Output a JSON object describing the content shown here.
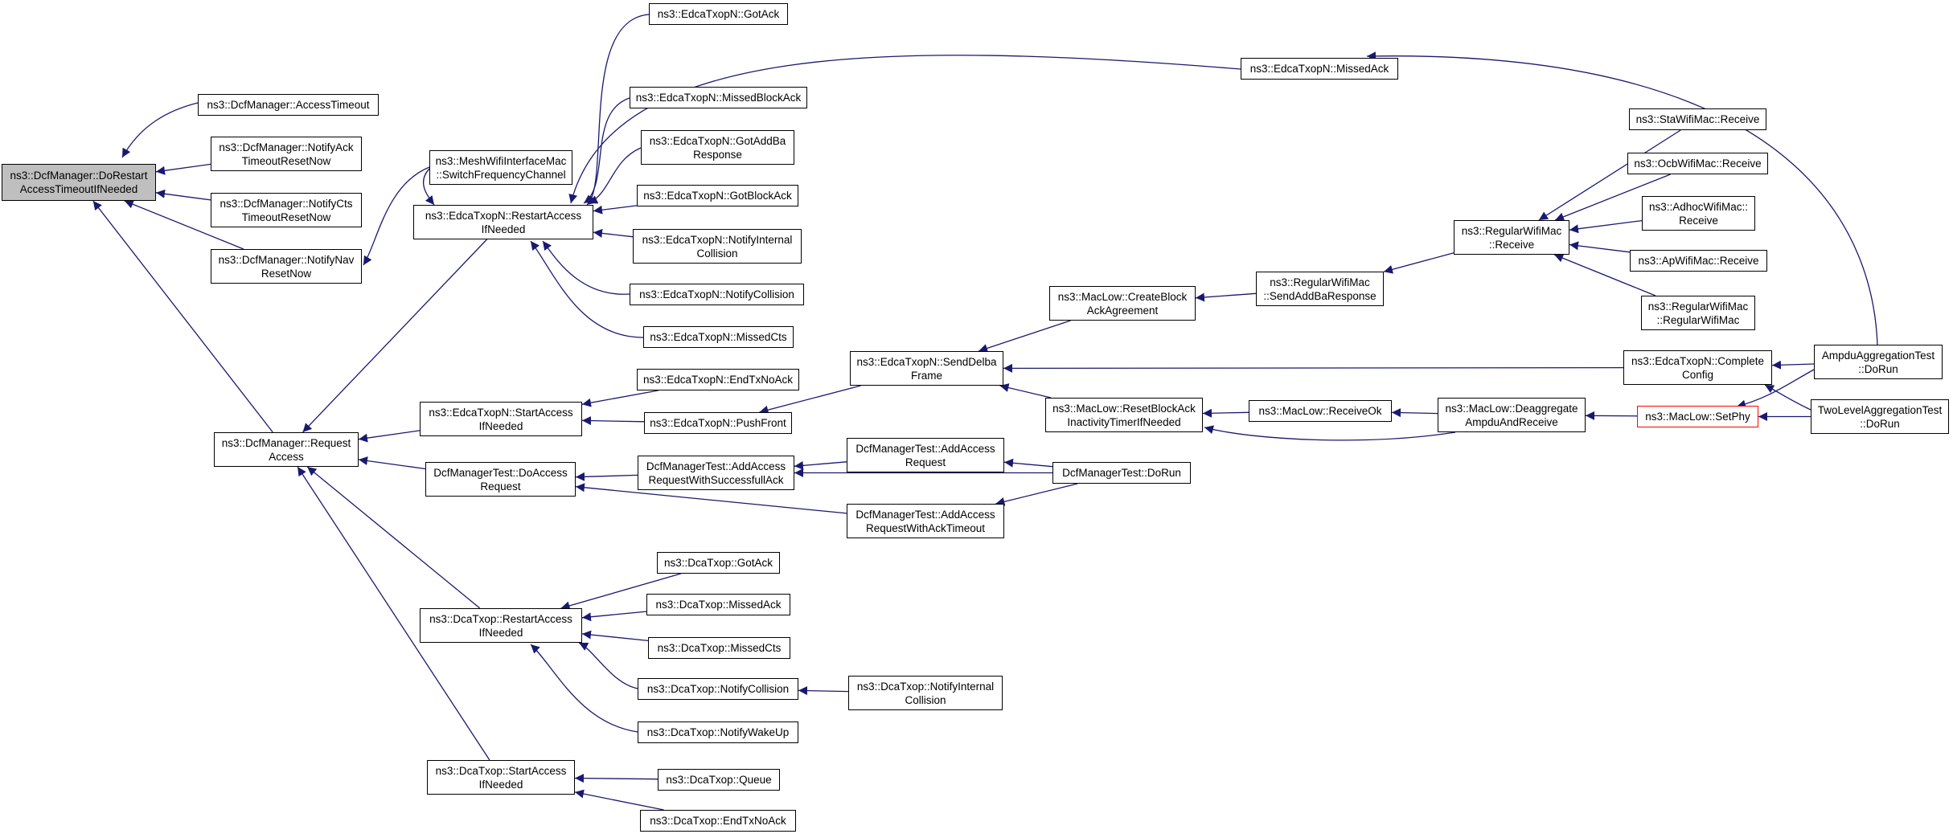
{
  "colors": {
    "edge": "#191970",
    "root_fill": "#bfbfbf",
    "highlight_border": "#ff0000"
  },
  "nodes": [
    {
      "id": "root",
      "label": "ns3::DcfManager::DoRestart\nAccessTimeoutIfNeeded",
      "style": "root"
    },
    {
      "id": "dm_at",
      "label": "ns3::DcfManager::AccessTimeout"
    },
    {
      "id": "dm_nack",
      "label": "ns3::DcfManager::NotifyAck\nTimeoutResetNow"
    },
    {
      "id": "dm_ncts",
      "label": "ns3::DcfManager::NotifyCts\nTimeoutResetNow"
    },
    {
      "id": "dm_nnav",
      "label": "ns3::DcfManager::NotifyNav\nResetNow"
    },
    {
      "id": "dm_req",
      "label": "ns3::DcfManager::Request\nAccess"
    },
    {
      "id": "mesh",
      "label": "ns3::MeshWifiInterfaceMac\n::SwitchFrequencyChannel"
    },
    {
      "id": "e_rai",
      "label": "ns3::EdcaTxopN::RestartAccess\nIfNeeded"
    },
    {
      "id": "e_sai",
      "label": "ns3::EdcaTxopN::StartAccess\nIfNeeded"
    },
    {
      "id": "dmt_dar",
      "label": "DcfManagerTest::DoAccess\nRequest"
    },
    {
      "id": "d_rai",
      "label": "ns3::DcaTxop::RestartAccess\nIfNeeded"
    },
    {
      "id": "d_sai",
      "label": "ns3::DcaTxop::StartAccess\nIfNeeded"
    },
    {
      "id": "e_gotack",
      "label": "ns3::EdcaTxopN::GotAck"
    },
    {
      "id": "e_mba",
      "label": "ns3::EdcaTxopN::MissedBlockAck"
    },
    {
      "id": "e_gaddba",
      "label": "ns3::EdcaTxopN::GotAddBa\nResponse"
    },
    {
      "id": "e_gba",
      "label": "ns3::EdcaTxopN::GotBlockAck"
    },
    {
      "id": "e_nic",
      "label": "ns3::EdcaTxopN::NotifyInternal\nCollision"
    },
    {
      "id": "e_nc",
      "label": "ns3::EdcaTxopN::NotifyCollision"
    },
    {
      "id": "e_mcts",
      "label": "ns3::EdcaTxopN::MissedCts"
    },
    {
      "id": "e_etna",
      "label": "ns3::EdcaTxopN::EndTxNoAck"
    },
    {
      "id": "e_pf",
      "label": "ns3::EdcaTxopN::PushFront"
    },
    {
      "id": "e_mack",
      "label": "ns3::EdcaTxopN::MissedAck"
    },
    {
      "id": "dmt_aar",
      "label": "DcfManagerTest::AddAccess\nRequest"
    },
    {
      "id": "dmt_aarsa",
      "label": "DcfManagerTest::AddAccess\nRequestWithSuccessfullAck"
    },
    {
      "id": "dmt_aarat",
      "label": "DcfManagerTest::AddAccess\nRequestWithAckTimeout"
    },
    {
      "id": "d_gotack",
      "label": "ns3::DcaTxop::GotAck"
    },
    {
      "id": "d_mack",
      "label": "ns3::DcaTxop::MissedAck"
    },
    {
      "id": "d_mcts",
      "label": "ns3::DcaTxop::MissedCts"
    },
    {
      "id": "d_nc",
      "label": "ns3::DcaTxop::NotifyCollision"
    },
    {
      "id": "d_nwu",
      "label": "ns3::DcaTxop::NotifyWakeUp"
    },
    {
      "id": "d_nic",
      "label": "ns3::DcaTxop::NotifyInternal\nCollision"
    },
    {
      "id": "d_queue",
      "label": "ns3::DcaTxop::Queue"
    },
    {
      "id": "d_etna",
      "label": "ns3::DcaTxop::EndTxNoAck"
    },
    {
      "id": "e_sdf",
      "label": "ns3::EdcaTxopN::SendDelba\nFrame"
    },
    {
      "id": "ml_cbaa",
      "label": "ns3::MacLow::CreateBlock\nAckAgreement"
    },
    {
      "id": "ml_rbai",
      "label": "ns3::MacLow::ResetBlockAck\nInactivityTimerIfNeeded"
    },
    {
      "id": "dmt_dorun",
      "label": "DcfManagerTest::DoRun"
    },
    {
      "id": "rwm_saddba",
      "label": "ns3::RegularWifiMac\n::SendAddBaResponse"
    },
    {
      "id": "ml_rok",
      "label": "ns3::MacLow::ReceiveOk"
    },
    {
      "id": "rwm_recv",
      "label": "ns3::RegularWifiMac\n::Receive"
    },
    {
      "id": "ml_dar",
      "label": "ns3::MacLow::Deaggregate\nAmpduAndReceive"
    },
    {
      "id": "sta",
      "label": "ns3::StaWifiMac::Receive"
    },
    {
      "id": "ocb",
      "label": "ns3::OcbWifiMac::Receive"
    },
    {
      "id": "adhoc",
      "label": "ns3::AdhocWifiMac::\nReceive"
    },
    {
      "id": "ap",
      "label": "ns3::ApWifiMac::Receive"
    },
    {
      "id": "rwm_ctor",
      "label": "ns3::RegularWifiMac\n::RegularWifiMac"
    },
    {
      "id": "e_cc",
      "label": "ns3::EdcaTxopN::Complete\nConfig"
    },
    {
      "id": "ml_setphy",
      "label": "ns3::MacLow::SetPhy",
      "style": "red"
    },
    {
      "id": "ampdu",
      "label": "AmpduAggregationTest\n::DoRun"
    },
    {
      "id": "twolevel",
      "label": "TwoLevelAggregationTest\n::DoRun"
    }
  ],
  "edges": [
    [
      "dm_at",
      "root"
    ],
    [
      "dm_nack",
      "root"
    ],
    [
      "dm_ncts",
      "root"
    ],
    [
      "dm_nnav",
      "root"
    ],
    [
      "dm_req",
      "root"
    ],
    [
      "mesh",
      "dm_nnav"
    ],
    [
      "e_rai",
      "dm_req"
    ],
    [
      "e_sai",
      "dm_req"
    ],
    [
      "dmt_dar",
      "dm_req"
    ],
    [
      "d_rai",
      "dm_req"
    ],
    [
      "d_sai",
      "dm_req"
    ],
    [
      "mesh",
      "e_rai"
    ],
    [
      "e_gotack",
      "e_rai"
    ],
    [
      "e_mba",
      "e_rai"
    ],
    [
      "e_gaddba",
      "e_rai"
    ],
    [
      "e_gba",
      "e_rai"
    ],
    [
      "e_nic",
      "e_rai"
    ],
    [
      "e_nc",
      "e_rai"
    ],
    [
      "e_mcts",
      "e_rai"
    ],
    [
      "e_mack",
      "e_rai"
    ],
    [
      "e_etna",
      "e_sai"
    ],
    [
      "e_pf",
      "e_sai"
    ],
    [
      "dmt_aarsa",
      "dmt_dar"
    ],
    [
      "dmt_aarat",
      "dmt_dar"
    ],
    [
      "d_gotack",
      "d_rai"
    ],
    [
      "d_mack",
      "d_rai"
    ],
    [
      "d_mcts",
      "d_rai"
    ],
    [
      "d_nc",
      "d_rai"
    ],
    [
      "d_nwu",
      "d_rai"
    ],
    [
      "d_queue",
      "d_sai"
    ],
    [
      "d_etna",
      "d_sai"
    ],
    [
      "d_nic",
      "d_nc"
    ],
    [
      "e_sdf",
      "e_pf"
    ],
    [
      "dmt_aar",
      "dmt_aarsa"
    ],
    [
      "dmt_dorun",
      "dmt_aarsa"
    ],
    [
      "dmt_dorun",
      "dmt_aar"
    ],
    [
      "dmt_dorun",
      "dmt_aarat"
    ],
    [
      "ml_cbaa",
      "e_sdf"
    ],
    [
      "ml_rbai",
      "e_sdf"
    ],
    [
      "e_cc",
      "e_sdf"
    ],
    [
      "rwm_saddba",
      "ml_cbaa"
    ],
    [
      "ml_rok",
      "ml_rbai"
    ],
    [
      "ml_dar",
      "ml_rbai"
    ],
    [
      "rwm_recv",
      "rwm_saddba"
    ],
    [
      "ml_dar",
      "ml_rok"
    ],
    [
      "sta",
      "rwm_recv"
    ],
    [
      "ocb",
      "rwm_recv"
    ],
    [
      "adhoc",
      "rwm_recv"
    ],
    [
      "ap",
      "rwm_recv"
    ],
    [
      "rwm_ctor",
      "rwm_recv"
    ],
    [
      "ml_setphy",
      "ml_dar"
    ],
    [
      "ampdu",
      "e_cc"
    ],
    [
      "twolevel",
      "e_cc"
    ],
    [
      "ampdu",
      "ml_setphy"
    ],
    [
      "twolevel",
      "ml_setphy"
    ],
    [
      "ampdu",
      "e_mack"
    ]
  ]
}
